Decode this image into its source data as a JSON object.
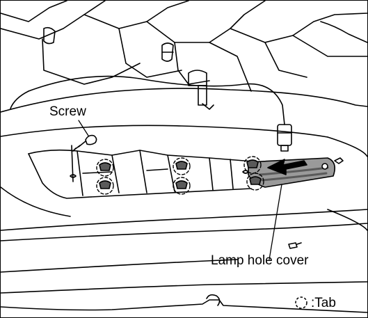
{
  "figure": {
    "callouts": {
      "screw": "Screw",
      "lamp_hole_cover": "Lamp hole cover"
    },
    "legend": {
      "symbol": "tab-symbol-dashed-circle",
      "label": ":Tab"
    },
    "colors": {
      "line": "#000000",
      "background": "#ffffff",
      "part_shade": "#9a9a9a",
      "part_shade_dark": "#5a5a5a"
    }
  }
}
